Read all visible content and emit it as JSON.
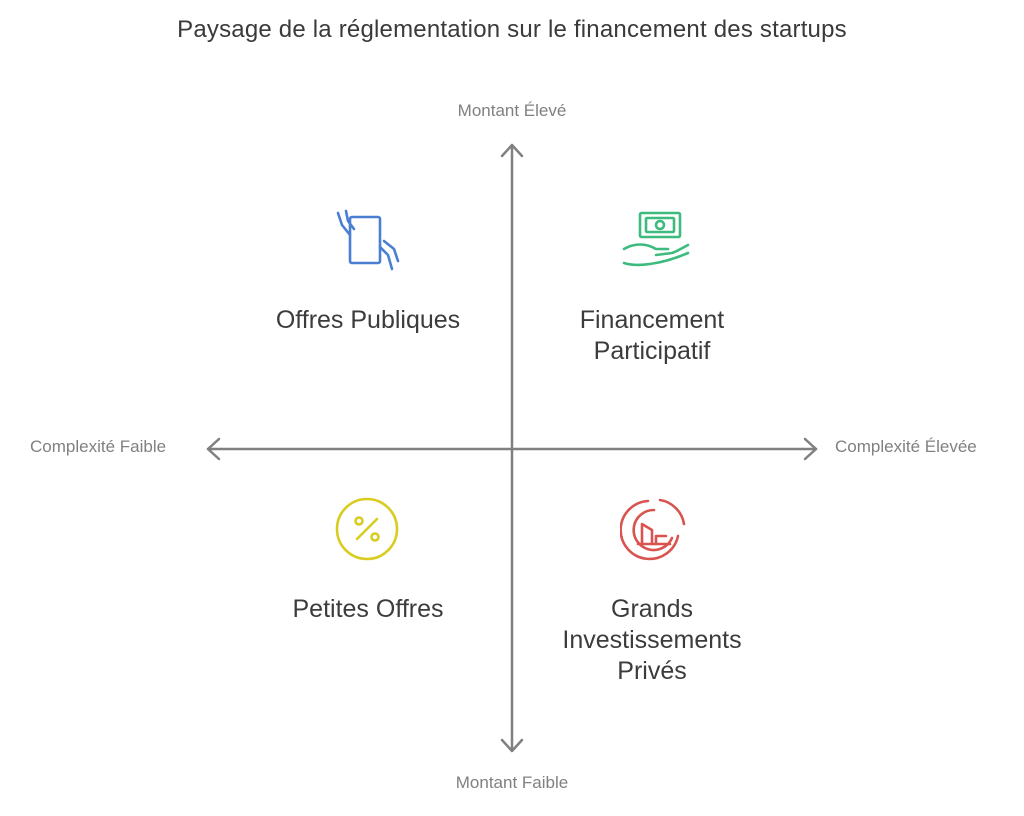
{
  "title": "Paysage de la réglementation sur le financement des startups",
  "axes": {
    "top": "Montant Élevé",
    "bottom": "Montant Faible",
    "left": "Complexité Faible",
    "right": "Complexité Élevée"
  },
  "quadrants": {
    "top_left": {
      "lines": [
        "Offres Publiques"
      ],
      "icon": "hands-document-icon",
      "color": "#4a7fd4"
    },
    "top_right": {
      "lines": [
        "Financement",
        "Participatif"
      ],
      "icon": "hand-money-icon",
      "color": "#3dbb7f"
    },
    "bottom_left": {
      "lines": [
        "Petites Offres"
      ],
      "icon": "percent-circle-icon",
      "color": "#d9cc1f"
    },
    "bottom_right": {
      "lines": [
        "Grands",
        "Investissements",
        "Privés"
      ],
      "icon": "chart-pie-icon",
      "color": "#d9534f"
    }
  }
}
